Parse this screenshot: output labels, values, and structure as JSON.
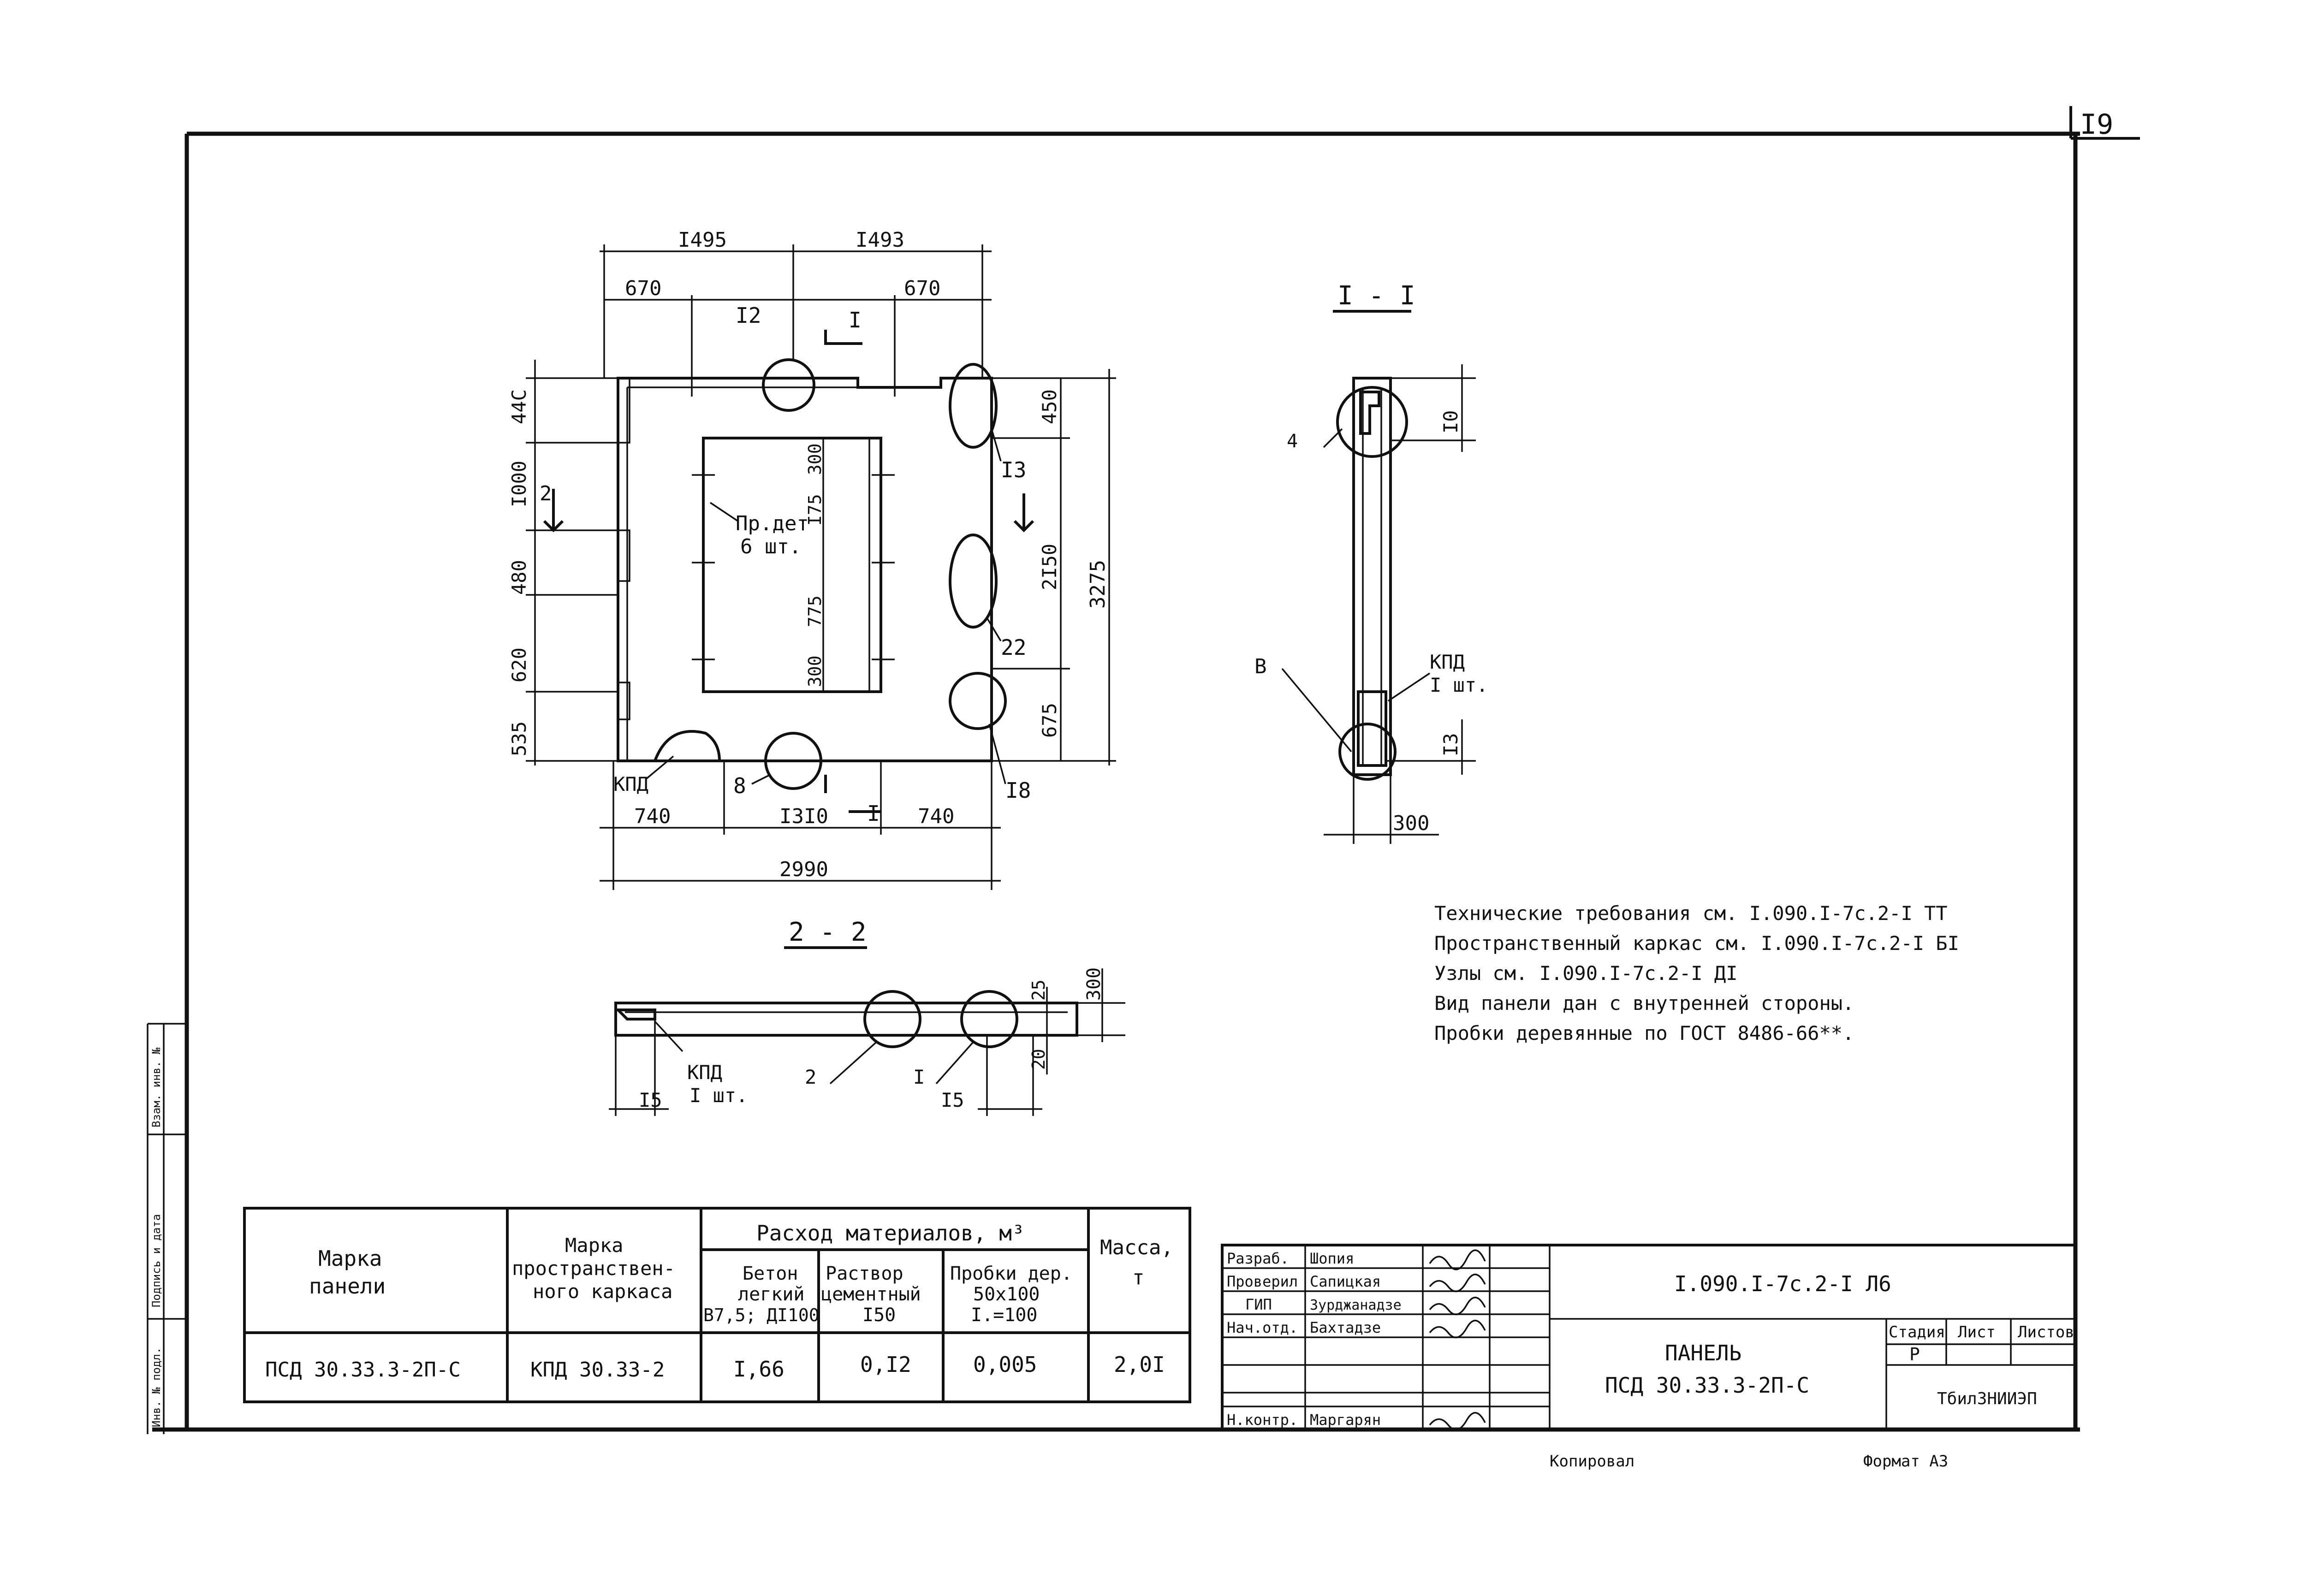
{
  "sheet": {
    "number": "I9",
    "copied_label": "Копировал",
    "format_label": "Формат А3"
  },
  "plan": {
    "dim_top": [
      "I495",
      "I493"
    ],
    "dim_top_sub": [
      "670",
      "670"
    ],
    "dim_bottom": [
      "740",
      "I3I0",
      "740"
    ],
    "dim_total": "2990",
    "dim_left": [
      "44C",
      "I000",
      "480",
      "620",
      "535"
    ],
    "dim_inner": [
      "300",
      "I75",
      "775",
      "300"
    ],
    "dim_right": [
      "450",
      "2I50",
      "675"
    ],
    "dim_height": "3275",
    "opening_label_1": "Пр.дет",
    "opening_label_2": "6 шт.",
    "callouts": [
      "I2",
      "I3",
      "22",
      "8",
      "I8"
    ],
    "section_marks": [
      "I",
      "I",
      "2"
    ],
    "frame_label": "КПД"
  },
  "section_11": {
    "title": "I - I",
    "callouts": [
      "4",
      "B"
    ],
    "dim_top": "I0",
    "dim_right": "I3",
    "dim_bottom": "300",
    "frame_label_1": "КПД",
    "frame_label_2": "I шт."
  },
  "section_22": {
    "title": "2 - 2",
    "dim_left": "I5",
    "dim_right": "I5",
    "dim_v": [
      "25",
      "300",
      "20"
    ],
    "frame_label_1": "КПД",
    "frame_label_2": "I шт.",
    "callouts": [
      "2",
      "I"
    ]
  },
  "notes": [
    "Технические требования см. I.090.I-7с.2-I ТТ",
    "Пространственный каркас см. I.090.I-7с.2-I БI",
    "Узлы см. I.090.I-7с.2-I ДI",
    "Вид панели дан с внутренней стороны.",
    "Пробки деревянные по ГОСТ 8486-66**."
  ],
  "spec_table": {
    "h_mark": [
      "Марка",
      "панели"
    ],
    "h_frame": [
      "Марка",
      "пространствен-",
      "ного каркаса"
    ],
    "h_materials": "Расход материалов, м³",
    "h_concrete": [
      "Бетон",
      "легкий",
      "В7,5; ДI100"
    ],
    "h_mortar": [
      "Раствор",
      "цементный",
      "I50"
    ],
    "h_plugs": [
      "Пробки дер.",
      "50х100",
      "I.=100"
    ],
    "h_mass": [
      "Масса,",
      "т"
    ],
    "row": {
      "mark": "ПСД 30.33.3-2П-С",
      "frame": "КПД 30.33-2",
      "concrete": "I,66",
      "mortar": "0,I2",
      "plugs": "0,005",
      "mass": "2,0I"
    }
  },
  "stamp": {
    "roles": [
      "Разраб.",
      "Проверил",
      "ГИП",
      "Нач.отд.",
      "",
      "",
      "Н.контр."
    ],
    "names": [
      "Шопия",
      "Сапицкая",
      "Зурджанадзе",
      "Бахтадзе",
      "",
      "",
      "Маргарян"
    ],
    "doc_code": "I.090.I-7с.2-I Л6",
    "title_1": "ПАНЕЛЬ",
    "title_2": "ПСД 30.33.3-2П-С",
    "stage_label": "Стадия",
    "sheet_label": "Лист",
    "sheets_label": "Листов",
    "stage": "Р",
    "org": "ТбилЗНИИЭП"
  },
  "side_strip": [
    "Взам. инв. №",
    "Подпись и дата",
    "Инв. № подл."
  ]
}
